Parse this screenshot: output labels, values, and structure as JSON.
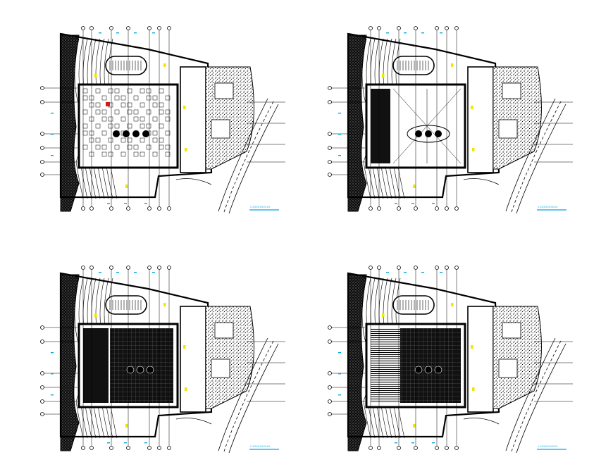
{
  "drawing": {
    "background": "#ffffff",
    "line_color": "#000000",
    "accent_color": "#00a8e0",
    "highlight_color": "#f2e600",
    "red_mark_color": "#d11a1a"
  },
  "plans": [
    {
      "id": "plan-1",
      "interior": "furnished",
      "caption": "1:XXXXXXXXXX"
    },
    {
      "id": "plan-2",
      "interior": "open-hall",
      "caption": "1:XXXXXXXXXX"
    },
    {
      "id": "plan-3",
      "interior": "roof-grid",
      "caption": "1:XXXXXXXXXX"
    },
    {
      "id": "plan-4",
      "interior": "roof-hatched",
      "caption": "1:XXXXXXXXXX"
    }
  ]
}
